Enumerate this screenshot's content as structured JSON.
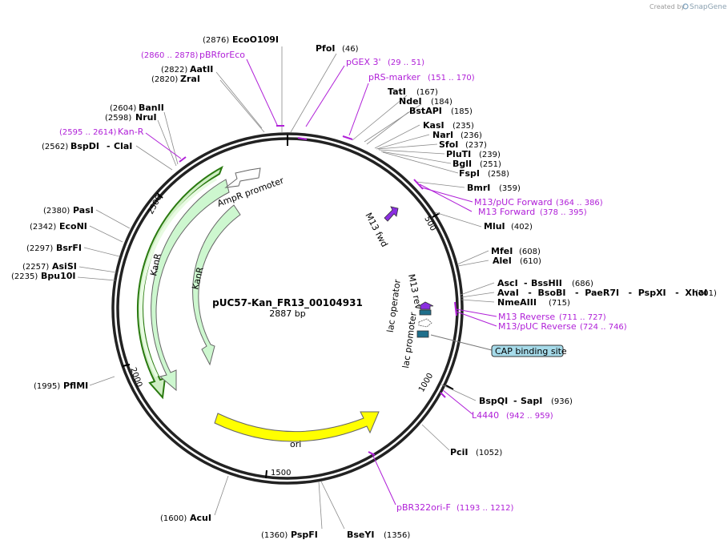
{
  "credit": {
    "prefix": "Created by",
    "brand": "SnapGene"
  },
  "plasmid": {
    "name": "pUC57-Kan_FR13_00104931",
    "size": "2887 bp"
  },
  "ticks": {
    "t500": "500",
    "t1000": "1000",
    "t1500": "1500",
    "t2000": "2000",
    "t2500": "2500"
  },
  "features": {
    "ampr_promoter": "AmpR promoter",
    "kanr_outer": "KanR",
    "kanr_inner": "KanR",
    "ori": "ori",
    "m13_fwd": "M13 fwd",
    "m13_rev": "M13 rev",
    "lac_operator": "lac operator",
    "lac_promoter": "lac promoter",
    "cap_site": "CAP binding site"
  },
  "sites": {
    "ecoo109i": {
      "name": "EcoO109I",
      "pos": "(2876)"
    },
    "pfoi": {
      "name": "PfoI",
      "pos": "(46)"
    },
    "aatii": {
      "name": "AatII",
      "pos": "(2822)"
    },
    "zrai": {
      "name": "ZraI",
      "pos": "(2820)"
    },
    "tati": {
      "name": "TatI",
      "pos": "(167)"
    },
    "ndei": {
      "name": "NdeI",
      "pos": "(184)"
    },
    "bstapi": {
      "name": "BstAPI",
      "pos": "(185)"
    },
    "bani": {
      "name": "BanII",
      "pos": "(2604)"
    },
    "nrui": {
      "name": "NruI",
      "pos": "(2598)"
    },
    "kasi": {
      "name": "KasI",
      "pos": "(235)"
    },
    "nari": {
      "name": "NarI",
      "pos": "(236)"
    },
    "sfoi": {
      "name": "SfoI",
      "pos": "(237)"
    },
    "pluti": {
      "name": "PluTI",
      "pos": "(239)"
    },
    "bspdi": {
      "name": "BspDI",
      "sep": "-",
      "name2": "ClaI",
      "pos": "(2562)"
    },
    "bgli": {
      "name": "BglI",
      "pos": "(251)"
    },
    "fspi": {
      "name": "FspI",
      "pos": "(258)"
    },
    "bmri": {
      "name": "BmrI",
      "pos": "(359)"
    },
    "mlui": {
      "name": "MluI",
      "pos": "(402)"
    },
    "pasi": {
      "name": "PasI",
      "pos": "(2380)"
    },
    "econi": {
      "name": "EcoNI",
      "pos": "(2342)"
    },
    "bsrfi": {
      "name": "BsrFI",
      "pos": "(2297)"
    },
    "mfei": {
      "name": "MfeI",
      "pos": "(608)"
    },
    "alei": {
      "name": "AleI",
      "pos": "(610)"
    },
    "asisi": {
      "name": "AsiSI",
      "pos": "(2257)"
    },
    "bpu10i": {
      "name": "Bpu10I",
      "pos": "(2235)"
    },
    "asci": {
      "name": "AscI",
      "sep": "-",
      "name2": "BssHII",
      "pos": "(686)"
    },
    "avai": {
      "text": "AvaI   -  BsoBI   -  PaeR7I   -  PspXI   -  XhoI",
      "pos": "(701)"
    },
    "nmeaiii": {
      "name": "NmeAIII",
      "pos": "(715)"
    },
    "pflmi": {
      "name": "PflMI",
      "pos": "(1995)"
    },
    "bspqi": {
      "name": "BspQI",
      "sep": "-",
      "name2": "SapI",
      "pos": "(936)"
    },
    "pcii": {
      "name": "PciI",
      "pos": "(1052)"
    },
    "acui": {
      "name": "AcuI",
      "pos": "(1600)"
    },
    "pspfi": {
      "name": "PspFI",
      "pos": "(1360)"
    },
    "bseyi": {
      "name": "BseYI",
      "pos": "(1356)"
    }
  },
  "primers": {
    "pbrforeco": {
      "name": "pBRforEco",
      "range": "(2860 .. 2878)"
    },
    "pgex3": {
      "name": "pGEX 3'",
      "range": "(29 .. 51)"
    },
    "prs": {
      "name": "pRS-marker",
      "range": "(151 .. 170)"
    },
    "kanr": {
      "name": "Kan-R",
      "range": "(2595 .. 2614)"
    },
    "m13puc_fwd": {
      "name": "M13/pUC Forward",
      "range": "(364 .. 386)"
    },
    "m13_fwd": {
      "name": "M13 Forward",
      "range": "(378 .. 395)"
    },
    "m13_rev": {
      "name": "M13 Reverse",
      "range": "(711 .. 727)"
    },
    "m13puc_rev": {
      "name": "M13/pUC Reverse",
      "range": "(724 .. 746)"
    },
    "l4440": {
      "name": "L4440",
      "range": "(942 .. 959)"
    },
    "pbr322": {
      "name": "pBR322ori-F",
      "range": "(1193 .. 1212)"
    }
  },
  "colors": {
    "kanr_fill": "#cdf7cf",
    "ori_fill": "#ffff00",
    "primer": "#b020d8",
    "cap_fill": "#a6dbea"
  }
}
